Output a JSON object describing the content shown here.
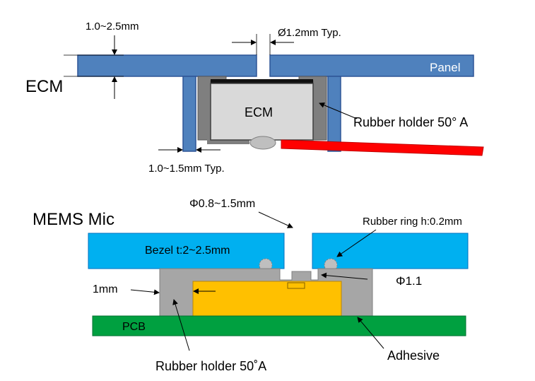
{
  "ecm": {
    "section_label": "ECM",
    "panel_label": "Panel",
    "part_label": "ECM",
    "panel_thickness": "1.0~2.5mm",
    "hole_diameter": "Ø1.2mm Typ.",
    "holder_label": "Rubber holder 50° A",
    "wall_gap": "1.0~1.5mm Typ."
  },
  "mems": {
    "section_label": "MEMS Mic",
    "bezel_label": "Bezel t:2~2.5mm",
    "bezel_hole": "Φ0.8~1.5mm",
    "rubber_ring": "Rubber ring h:0.2mm",
    "port_diameter": "Φ1.1",
    "side_wall": "1mm",
    "pcb_label": "PCB",
    "adhesive_label": "Adhesive",
    "holder_label": "Rubber holder 50˚A"
  },
  "colors": {
    "panel": "#4f81bd",
    "rubber": "#7f7f7f",
    "ecm_body": "#d9d9d9",
    "cable": "#ff0000",
    "bezel": "#00b0f0",
    "mems_holder": "#a6a6a6",
    "mems_chip": "#ffc000",
    "pcb": "#00a040",
    "ring": "#bfbfbf"
  }
}
